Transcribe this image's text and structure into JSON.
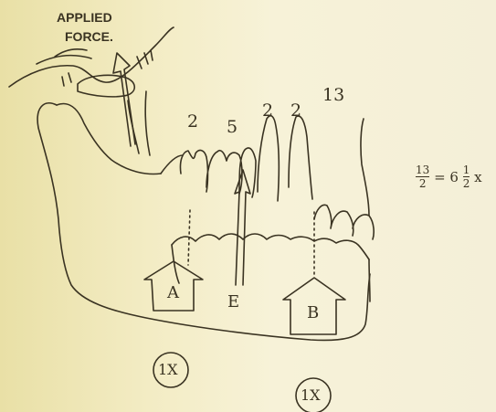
{
  "applied_force": {
    "line1": "APPLIED",
    "line2": "FORCE."
  },
  "tooth_values": [
    "2",
    "5",
    "2",
    "2",
    "13"
  ],
  "points": {
    "a": "A",
    "e": "E",
    "b": "B"
  },
  "multipliers": [
    "1X",
    "1X"
  ],
  "formula": {
    "numerator": "13",
    "denominator": "2",
    "equals": "=",
    "whole": "6",
    "frac_num": "1",
    "frac_den": "2",
    "suffix": "x"
  }
}
